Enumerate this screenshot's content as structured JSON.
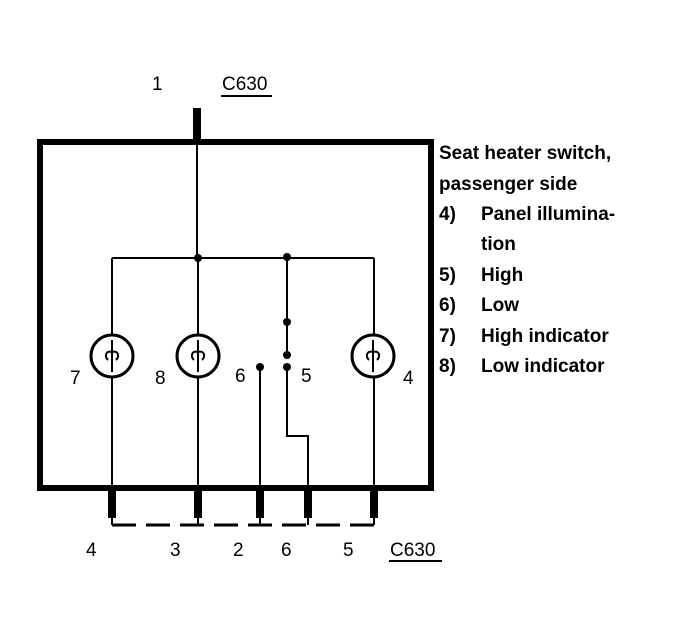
{
  "top_connector": {
    "pin": "1",
    "id": "C630"
  },
  "bottom_connector": {
    "pins": [
      "4",
      "3",
      "2",
      "6",
      "5"
    ],
    "id": "C630"
  },
  "component_labels": {
    "lamp_left": "7",
    "lamp_mid": "8",
    "contact_6": "6",
    "contact_5": "5",
    "lamp_right": "4"
  },
  "legend": {
    "title_line1": "Seat heater switch,",
    "title_line2": "passenger side",
    "items": [
      {
        "num": "4)",
        "text": "Panel illumina-",
        "cont": "tion"
      },
      {
        "num": "5)",
        "text": "High"
      },
      {
        "num": "6)",
        "text": "Low"
      },
      {
        "num": "7)",
        "text": "High indicator"
      },
      {
        "num": "8)",
        "text": "Low indicator"
      }
    ]
  }
}
